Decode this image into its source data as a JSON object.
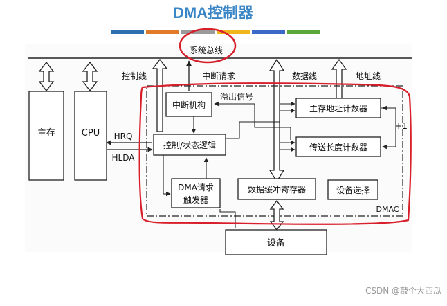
{
  "title": "DMA控制器",
  "colors": {
    "title": "#3a86c6",
    "annotation_red": "#d81e2a",
    "stripes": [
      "#2f6fb0",
      "#e07a2a",
      "#9a9a9a",
      "#f1b51c",
      "#3b69c7",
      "#5aa83b"
    ]
  },
  "labels": {
    "system_bus": "系统总线",
    "control_line": "控制线",
    "interrupt_request": "中断请求",
    "data_line": "数据线",
    "address_line": "地址线",
    "main_memory": "主存",
    "cpu": "CPU",
    "hrq": "HRQ",
    "hlda": "HLDA",
    "interrupt_mechanism": "中断机构",
    "overflow_signal": "溢出信号",
    "control_logic": "控制/状态逻辑",
    "mem_addr_counter": "主存地址计数器",
    "transfer_len_counter": "传送长度计数器",
    "plus_one": "+1",
    "dma_request_trigger_line1": "DMA请求",
    "dma_request_trigger_line2": "触发器",
    "data_buffer_register": "数据缓冲寄存器",
    "device_select": "设备选择",
    "dmac": "DMAC",
    "device": "设备"
  },
  "watermark": "CSDN @敲个大西瓜"
}
